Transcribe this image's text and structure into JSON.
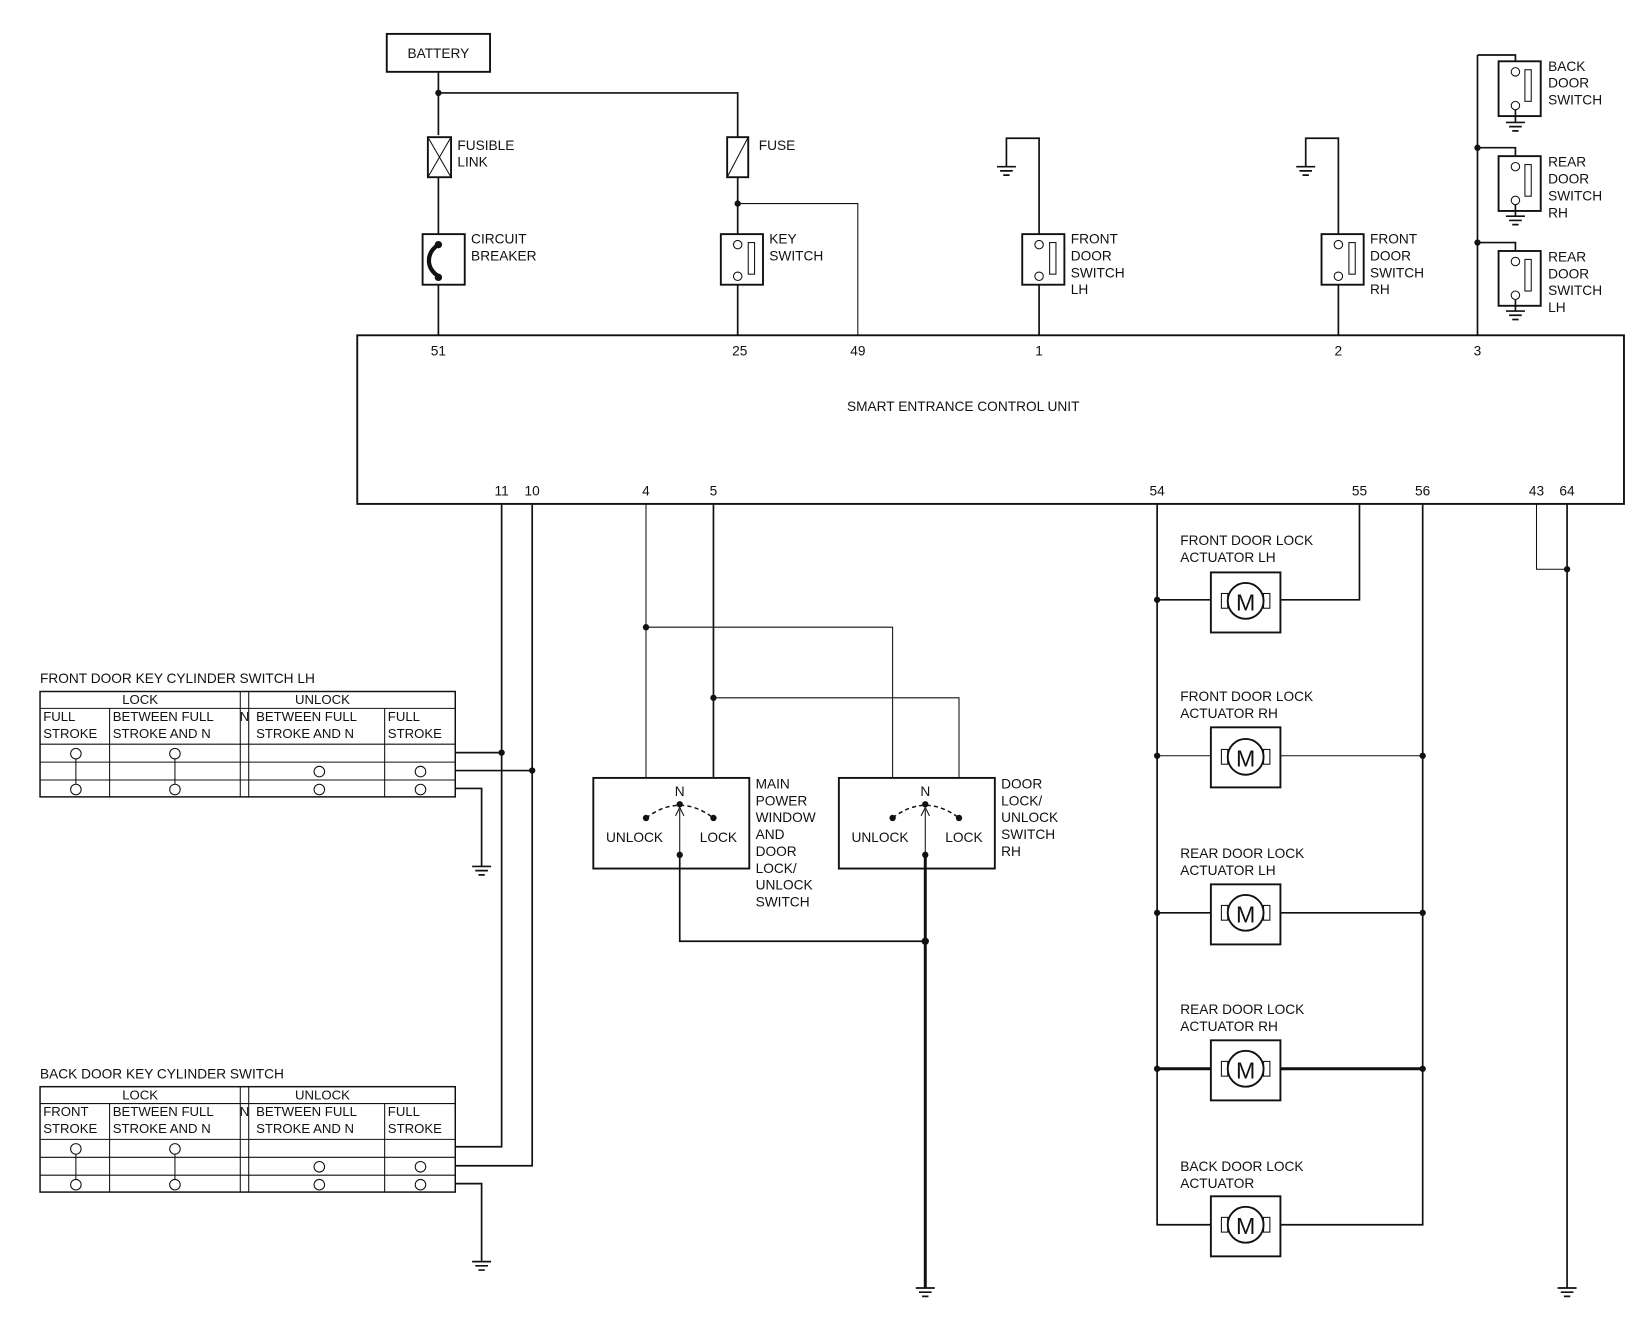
{
  "components": {
    "battery": "BATTERY",
    "fusible_link": [
      "FUSIBLE",
      "LINK"
    ],
    "fuse": "FUSE",
    "circuit_breaker": [
      "CIRCUIT",
      "BREAKER"
    ],
    "key_switch": [
      "KEY",
      "SWITCH"
    ],
    "front_door_switch_lh": [
      "FRONT",
      "DOOR",
      "SWITCH",
      "LH"
    ],
    "front_door_switch_rh": [
      "FRONT",
      "DOOR",
      "SWITCH",
      "RH"
    ],
    "back_door_switch": [
      "BACK",
      "DOOR",
      "SWITCH"
    ],
    "rear_door_switch_rh": [
      "REAR",
      "DOOR",
      "SWITCH",
      "RH"
    ],
    "rear_door_switch_lh": [
      "REAR",
      "DOOR",
      "SWITCH",
      "LH"
    ],
    "control_unit": "SMART ENTRANCE CONTROL UNIT",
    "main_power_window_switch": [
      "MAIN",
      "POWER",
      "WINDOW",
      "AND",
      "DOOR",
      "LOCK/",
      "UNLOCK",
      "SWITCH"
    ],
    "door_lock_unlock_switch_rh": [
      "DOOR",
      "LOCK/",
      "UNLOCK",
      "SWITCH",
      "RH"
    ],
    "actuators": [
      [
        "FRONT DOOR LOCK",
        "ACTUATOR LH"
      ],
      [
        "FRONT DOOR LOCK",
        "ACTUATOR RH"
      ],
      [
        "REAR DOOR LOCK",
        "ACTUATOR LH"
      ],
      [
        "REAR DOOR LOCK",
        "ACTUATOR RH"
      ],
      [
        "BACK DOOR LOCK",
        "ACTUATOR"
      ]
    ],
    "motor_symbol": "M"
  },
  "terminals": {
    "top": [
      "51",
      "25",
      "49",
      "1",
      "2",
      "3"
    ],
    "bottom": [
      "11",
      "10",
      "4",
      "5",
      "54",
      "55",
      "56",
      "43",
      "64"
    ]
  },
  "switch_labels": {
    "neutral": "N",
    "unlock": "UNLOCK",
    "lock": "LOCK"
  },
  "key_cylinder_tables": [
    {
      "title": "FRONT DOOR KEY CYLINDER SWITCH LH",
      "group_lock": "LOCK",
      "group_unlock": "UNLOCK",
      "neutral": "N",
      "columns": [
        [
          "FULL",
          "STROKE"
        ],
        [
          "BETWEEN FULL",
          "STROKE AND N"
        ],
        [
          "BETWEEN FULL",
          "STROKE AND N"
        ],
        [
          "FULL",
          "STROKE"
        ]
      ]
    },
    {
      "title": "BACK DOOR KEY CYLINDER SWITCH",
      "group_lock": "LOCK",
      "group_unlock": "UNLOCK",
      "neutral": "N",
      "columns": [
        [
          "FRONT",
          "STROKE"
        ],
        [
          "BETWEEN FULL",
          "STROKE AND N"
        ],
        [
          "BETWEEN FULL",
          "STROKE AND N"
        ],
        [
          "FULL",
          "STROKE"
        ]
      ]
    }
  ]
}
